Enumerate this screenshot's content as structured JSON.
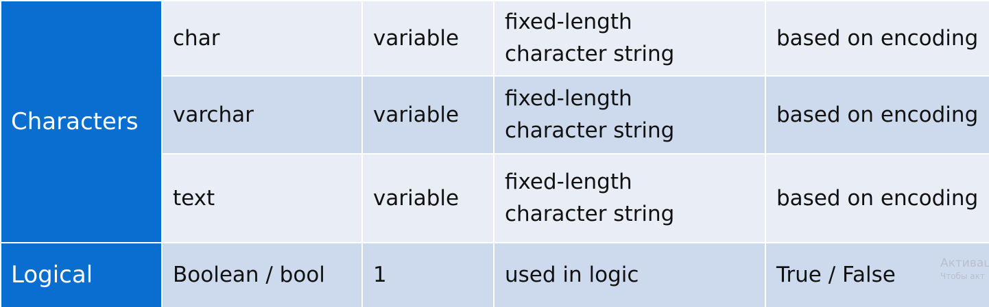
{
  "categories": {
    "characters": "Characters",
    "logical": "Logical"
  },
  "rows": [
    {
      "type": "char",
      "size": "variable",
      "description": [
        "fixed-length",
        "character string"
      ],
      "range": "based on encoding"
    },
    {
      "type": "varchar",
      "size": "variable",
      "description": [
        "fixed-length",
        "character string"
      ],
      "range": "based on encoding"
    },
    {
      "type": "text",
      "size": "variable",
      "description": [
        "fixed-length",
        "character string"
      ],
      "range": "based on encoding"
    },
    {
      "type": "Boolean / bool",
      "size": "1",
      "description": [
        "used in logic"
      ],
      "range": "True / False"
    }
  ],
  "watermark": {
    "line1": "Активац",
    "line2": "Чтобы акт"
  }
}
